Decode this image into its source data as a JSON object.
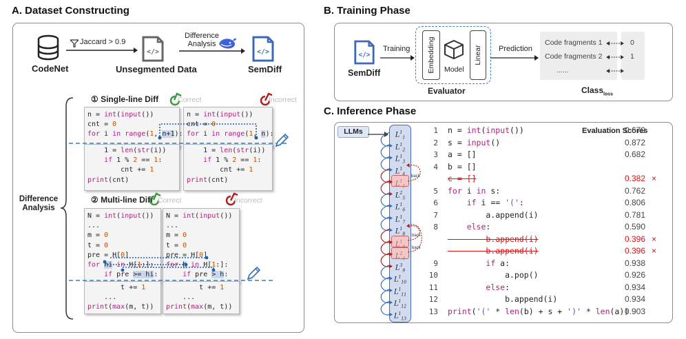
{
  "section_a": {
    "title": "A. Dataset Constructing",
    "codenet_label": "CodeNet",
    "filter_label": "Jaccard > 0.9",
    "unsegmented_label": "Unsegmented Data",
    "difference_analysis_top": "Difference\nAnalysis",
    "semdiff_label": "SemDiff",
    "difference_analysis_side": "Difference\nAnalysis",
    "single_line": {
      "title": "① Single-line Diff",
      "correct_label": "Correct",
      "incorrect_label": "Incorrect",
      "correct_top": [
        "n = int(input())",
        "cnt = 0",
        "for i in range(1, n+1):"
      ],
      "correct_bottom": [
        "    1 = len(str(i))",
        "    if 1 % 2 == 1:",
        "        cnt += 1",
        "print(cnt)"
      ],
      "incorrect_top": [
        "n = int(input())",
        "cnt = 0",
        "for i in range(1, n):"
      ],
      "incorrect_bottom": [
        "    1 = len(str(i))",
        "    if 1 % 2 == 1:",
        "        cnt += 1",
        "print(cnt)"
      ]
    },
    "multi_line": {
      "title": "② Multi-line Diff",
      "correct_label": "Correct",
      "incorrect_label": "Incorrect",
      "correct_top": [
        "N = int(input())",
        "...",
        "m = 0",
        "t = 0",
        "pre = H[0]",
        "for hi in H[1:]:",
        "    if pre >= hi:"
      ],
      "correct_bottom": [
        "        t += 1",
        "    ...",
        "print(max(m, t))"
      ],
      "incorrect_top": [
        "N = int(input())",
        "...",
        "m = 0",
        "t = 0",
        "pre = H[0]",
        "for h in H[1:]:",
        "    if pre > h:"
      ],
      "incorrect_bottom": [
        "        t += 1",
        "    ...",
        "print(max(m, t))"
      ]
    }
  },
  "section_b": {
    "title": "B. Training Phase",
    "semdiff_label": "SemDiff",
    "training_label": "Training",
    "embedding_label": "Embedding",
    "model_label": "Model",
    "linear_label": "Linear",
    "evaluator_label": "Evaluator",
    "prediction_label": "Prediction",
    "fragments": [
      "Code fragments 1",
      "Code fragments 2",
      "......"
    ],
    "classes": [
      "0",
      "1",
      ""
    ],
    "class_label": "Class",
    "class_sub": "loss"
  },
  "section_c": {
    "title": "C. Inference Phase",
    "llms_label": "LLMs",
    "eval_header": "Evaluation Scores",
    "back_label": "back",
    "layers": [
      {
        "base": "L",
        "sup": "1",
        "sub": "1",
        "state": "normal"
      },
      {
        "base": "L",
        "sup": "1",
        "sub": "2",
        "state": "normal"
      },
      {
        "base": "L",
        "sup": "1",
        "sub": "3",
        "state": "normal"
      },
      {
        "base": "L",
        "sup": "1",
        "sub": "4",
        "state": "normal"
      },
      {
        "base": "L",
        "sup": "1",
        "sub": "5",
        "state": "rejected"
      },
      {
        "base": "L",
        "sup": "2",
        "sub": "5",
        "state": "normal"
      },
      {
        "base": "L",
        "sup": "1",
        "sub": "6",
        "state": "normal"
      },
      {
        "base": "L",
        "sup": "1",
        "sub": "7",
        "state": "normal"
      },
      {
        "base": "L",
        "sup": "1",
        "sub": "8",
        "state": "normal"
      },
      {
        "base": "L",
        "sup": "1",
        "sub": "9",
        "state": "rejected"
      },
      {
        "base": "L",
        "sup": "2",
        "sub": "9",
        "state": "rejected"
      },
      {
        "base": "L",
        "sup": "3",
        "sub": "9",
        "state": "normal"
      },
      {
        "base": "L",
        "sup": "1",
        "sub": "10",
        "state": "normal"
      },
      {
        "base": "L",
        "sup": "1",
        "sub": "11",
        "state": "normal"
      },
      {
        "base": "L",
        "sup": "1",
        "sub": "12",
        "state": "normal"
      },
      {
        "base": "L",
        "sup": "1",
        "sub": "13",
        "state": "normal"
      }
    ],
    "lines": [
      {
        "no": "1",
        "code": "n = int(input())",
        "score": "0.679",
        "rejected": false
      },
      {
        "no": "2",
        "code": "s = input()",
        "score": "0.872",
        "rejected": false
      },
      {
        "no": "3",
        "code": "a = []",
        "score": "0.682",
        "rejected": false
      },
      {
        "no": "4",
        "code": "b = []",
        "score": "",
        "rejected": false
      },
      {
        "no": "",
        "code": "c = []",
        "score": "0.382",
        "rejected": true
      },
      {
        "no": "5",
        "code": "for i in s:",
        "score": "0.762",
        "rejected": false
      },
      {
        "no": "6",
        "code": "    if i == '(':",
        "score": "0.806",
        "rejected": false
      },
      {
        "no": "7",
        "code": "        a.append(i)",
        "score": "0.781",
        "rejected": false
      },
      {
        "no": "8",
        "code": "    else:",
        "score": "0.590",
        "rejected": false
      },
      {
        "no": "",
        "code": "        b.append(i)",
        "score": "0.396",
        "rejected": true
      },
      {
        "no": "",
        "code": "        b.append(i)",
        "score": "0.396",
        "rejected": true
      },
      {
        "no": "9",
        "code": "        if a:",
        "score": "0.938",
        "rejected": false
      },
      {
        "no": "10",
        "code": "            a.pop()",
        "score": "0.926",
        "rejected": false
      },
      {
        "no": "11",
        "code": "        else:",
        "score": "0.934",
        "rejected": false
      },
      {
        "no": "12",
        "code": "            b.append(i)",
        "score": "0.934",
        "rejected": false
      },
      {
        "no": "13",
        "code": "print('(' * len(b) + s + ')' * len(a))",
        "score": "0.903",
        "rejected": false
      }
    ],
    "reject_mark": "×"
  }
}
